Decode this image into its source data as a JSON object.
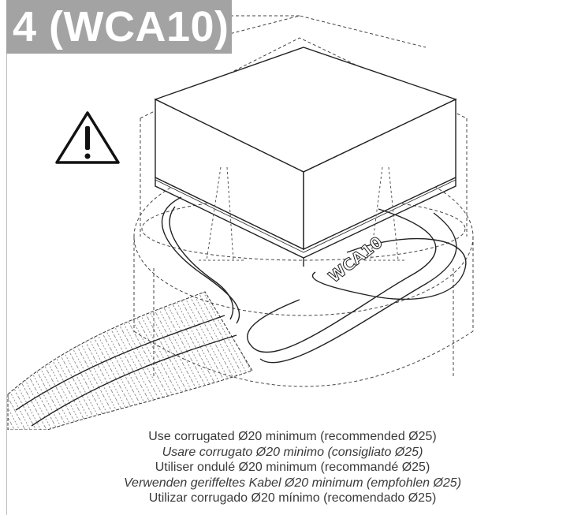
{
  "title": "4 (WCA10)",
  "device_label": "WCA10",
  "icon": "warning-triangle-icon",
  "captions": [
    "Use corrugated Ø20 minimum (recommended Ø25)",
    "Usare corrugato Ø20 minimo (consigliato Ø25)",
    "Utiliser ondulé Ø20 minimum (recommandé Ø25)",
    "Verwenden geriffeltes Kabel Ø20 minimum (empfohlen Ø25)",
    "Utilizar corrugado Ø20 mínimo (recomendado Ø25)"
  ]
}
